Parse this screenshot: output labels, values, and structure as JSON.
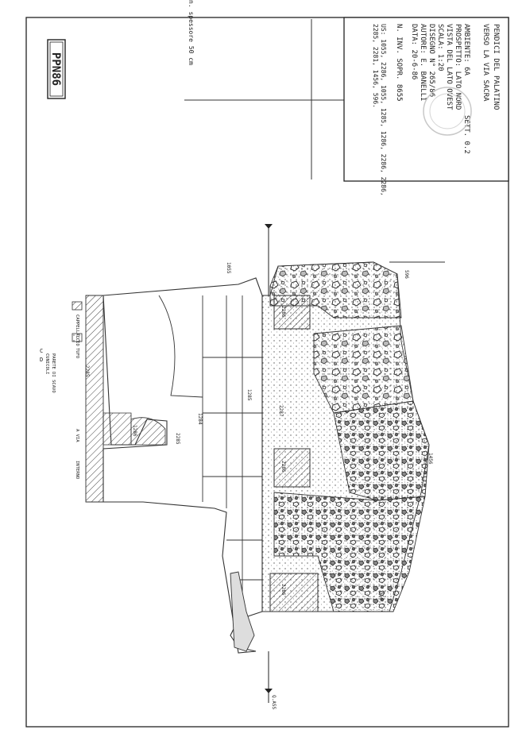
{
  "sheet_code": "PPN86",
  "title_block": {
    "line1": "PENDICI DEL PALATINO",
    "line2": "VERSO LA VIA SACRA",
    "ambiente": "AMBIENTE: 6A",
    "prospetto": "PROSPETTO: LATO NORD",
    "settore": "SETT. 0.2",
    "vista": "VISTA DEL LATO OVEST",
    "scala": "SCALA: 1:20",
    "disegno": "DISEGNO N° 265/86",
    "autore": "AUTORE: E. BANELLI",
    "data": "DATA: 20-6-86",
    "inventario": "N. INV. SOPR. 8655",
    "us_list_1": "US: 1055, 2286, 1055, 1285, 1286, 2286, 2286,",
    "us_list_2": "2285, 2281, 1456, 596."
  },
  "margin_note": "n. spessore 50 cm",
  "legend": {
    "items": [
      {
        "swatch": "hatch",
        "label": "CAPPELLACCIO"
      },
      {
        "swatch": "dots",
        "label": "TUFO"
      }
    ],
    "abbreviations": [
      {
        "key": "C",
        "label": "CUNICOLI"
      },
      {
        "key": "D",
        "label": "PARETE DI SCAVO"
      }
    ],
    "side_labels": [
      "A VIA",
      "INTERNO"
    ]
  },
  "drawing_labels": {
    "us1055": "1055",
    "us596": "596",
    "us2286_a": "2286",
    "us2286_b": "2286",
    "us2286_c": "2286",
    "us2285_a": "2285",
    "us2285_b": "2285",
    "us1285": "1285",
    "us1286": "1286",
    "us1284": "1284",
    "us2287": "2287",
    "us1456": "1456",
    "us556": "556",
    "elev_bottom": "Q.ASS"
  }
}
